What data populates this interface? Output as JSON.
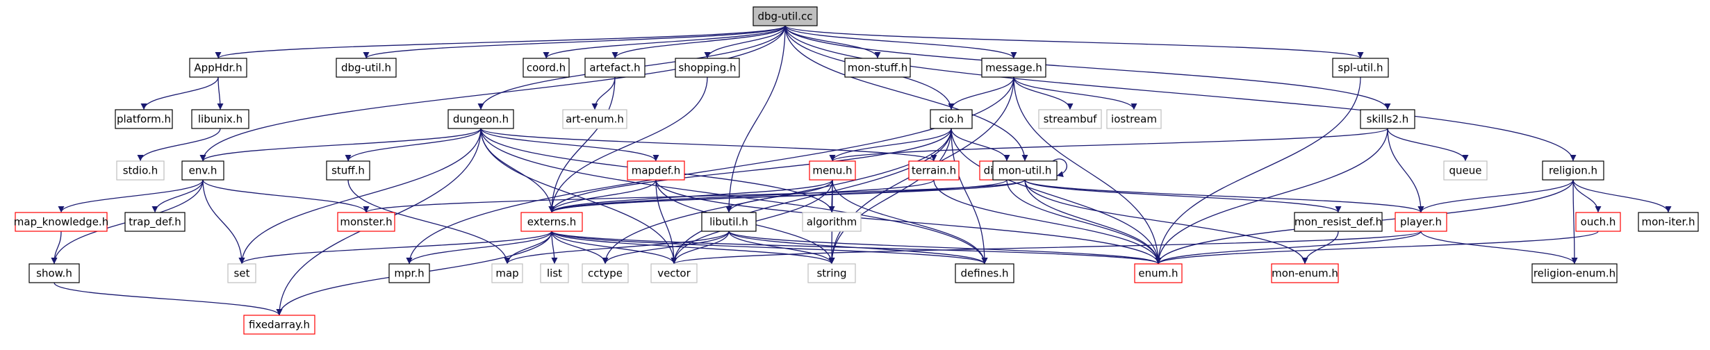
{
  "colors": {
    "edge": "#191970",
    "border_normal": "#000000",
    "border_missing_doc": "#ff0000",
    "border_external": "#bfbfbf",
    "root_fill": "#bfbfbf",
    "node_fill": "#ffffff"
  },
  "nodes": {
    "dbg_util_cc": "dbg-util.cc",
    "apphdr_h": "AppHdr.h",
    "dbg_util_h": "dbg-util.h",
    "coord_h": "coord.h",
    "artefact_h": "artefact.h",
    "shopping_h": "shopping.h",
    "mon_stuff_h": "mon-stuff.h",
    "message_h": "message.h",
    "spl_util_h": "spl-util.h",
    "platform_h": "platform.h",
    "libunix_h": "libunix.h",
    "art_enum_h": "art-enum.h",
    "dungeon_h": "dungeon.h",
    "cio_h": "cio.h",
    "streambuf": "streambuf",
    "iostream": "iostream",
    "skills2_h": "skills2.h",
    "stdio_h": "stdio.h",
    "env_h": "env.h",
    "stuff_h": "stuff.h",
    "mapdef_h": "mapdef.h",
    "menu_h": "menu.h",
    "terrain_h": "terrain.h",
    "directn_h": "directn.h",
    "mon_util_h": "mon-util.h",
    "queue": "queue",
    "religion_h": "religion.h",
    "map_knowledge_h": "map_knowledge.h",
    "trap_def_h": "trap_def.h",
    "monster_h": "monster.h",
    "externs_h": "externs.h",
    "algorithm": "algorithm",
    "libutil_h": "libutil.h",
    "mon_resist_def_h": "mon_resist_def.h",
    "player_h": "player.h",
    "ouch_h": "ouch.h",
    "mon_iter_h": "mon-iter.h",
    "show_h": "show.h",
    "set": "set",
    "mpr_h": "mpr.h",
    "map": "map",
    "list": "list",
    "cctype": "cctype",
    "vector": "vector",
    "string": "string",
    "defines_h": "defines.h",
    "enum_h": "enum.h",
    "mon_enum_h": "mon-enum.h",
    "religion_enum_h": "religion-enum.h",
    "fixedarray_h": "fixedarray.h"
  }
}
